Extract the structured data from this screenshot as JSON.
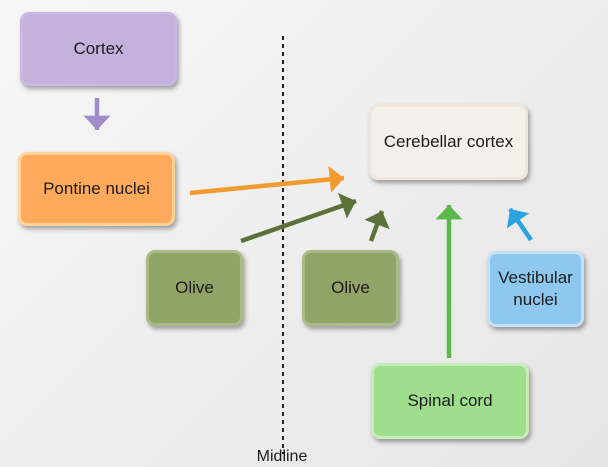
{
  "nodes": {
    "cortex": {
      "label": "Cortex",
      "color": "#c4b2dd"
    },
    "pontine_nuclei": {
      "label": "Pontine nuclei",
      "color": "#ffaa5a"
    },
    "olive_left": {
      "label": "Olive",
      "color": "#8fa466"
    },
    "olive_right": {
      "label": "Olive",
      "color": "#8fa466"
    },
    "cerebellar_cortex": {
      "label": "Cerebellar cortex",
      "color": "#f6f0ea"
    },
    "vestibular_nuclei": {
      "label": "Vestibular\nnuclei",
      "color": "#8ec8f0"
    },
    "spinal_cord": {
      "label": "Spinal cord",
      "color": "#9ede8c"
    }
  },
  "midline": {
    "label": "Midline"
  },
  "arrows": [
    {
      "from": "cortex",
      "to": "pontine_nuclei",
      "color": "#a18cc8"
    },
    {
      "from": "pontine_nuclei",
      "to": "cerebellar_cortex",
      "color": "#f29a2e"
    },
    {
      "from": "olive_left",
      "to": "cerebellar_cortex",
      "color": "#5a7238"
    },
    {
      "from": "olive_right",
      "to": "cerebellar_cortex",
      "color": "#5a7238"
    },
    {
      "from": "spinal_cord",
      "to": "cerebellar_cortex",
      "color": "#5bb84a"
    },
    {
      "from": "vestibular_nuclei",
      "to": "cerebellar_cortex",
      "color": "#2aa3e0"
    }
  ]
}
